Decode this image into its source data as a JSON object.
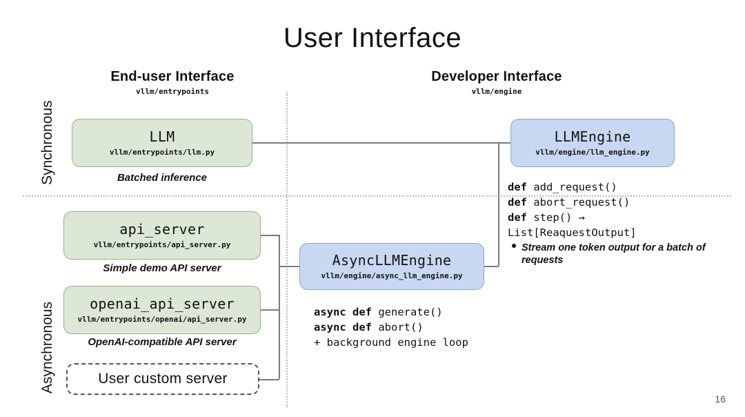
{
  "slide": {
    "title": "User Interface",
    "page_number": "16"
  },
  "columns": [
    {
      "title": "End-user Interface",
      "subtitle": "vllm/entrypoints"
    },
    {
      "title": "Developer Interface",
      "subtitle": "vllm/engine"
    }
  ],
  "rows": [
    {
      "label": "Synchronous"
    },
    {
      "label": "Asynchronous"
    }
  ],
  "nodes": {
    "llm": {
      "title": "LLM",
      "path": "vllm/entrypoints/llm.py",
      "caption": "Batched inference",
      "fill": "#dce8d5",
      "border": "#9aaa92"
    },
    "llm_engine": {
      "title": "LLMEngine",
      "path": "vllm/engine/llm_engine.py",
      "fill": "#c9d8f2",
      "border": "#8ea3c4"
    },
    "api_server": {
      "title": "api_server",
      "path": "vllm/entrypoints/api_server.py",
      "caption": "Simple demo API server",
      "fill": "#dce8d5",
      "border": "#9aaa92"
    },
    "openai_api_server": {
      "title": "openai_api_server",
      "path": "vllm/entrypoints/openai/api_server.py",
      "caption": "OpenAI-compatible API server",
      "fill": "#dce8d5",
      "border": "#9aaa92"
    },
    "user_custom_server": {
      "title": "User custom server",
      "fill": "#ffffff",
      "border": "#555555"
    },
    "async_llm_engine": {
      "title": "AsyncLLMEngine",
      "path": "vllm/engine/async_llm_engine.py",
      "fill": "#c9d8f2",
      "border": "#8ea3c4"
    }
  },
  "methods_sync": {
    "lines": [
      {
        "keyword": "def",
        "rest": " add_request()"
      },
      {
        "keyword": "def",
        "rest": " abort_request()"
      },
      {
        "keyword": "def",
        "rest": " step() →"
      },
      {
        "keyword": "",
        "rest": "List[ReaquestOutput]"
      }
    ],
    "bullet": "Stream one token output for a batch of requests"
  },
  "methods_async": {
    "lines": [
      {
        "keyword": "async def",
        "rest": " generate()"
      },
      {
        "keyword": "async def",
        "rest": " abort()"
      },
      {
        "keyword": "",
        "rest": "+ background engine loop"
      }
    ]
  },
  "colors": {
    "green_fill": "#dce8d5",
    "blue_fill": "#c9d8f2",
    "connector": "#7b7b7b",
    "divider": "#b9b9b9"
  }
}
